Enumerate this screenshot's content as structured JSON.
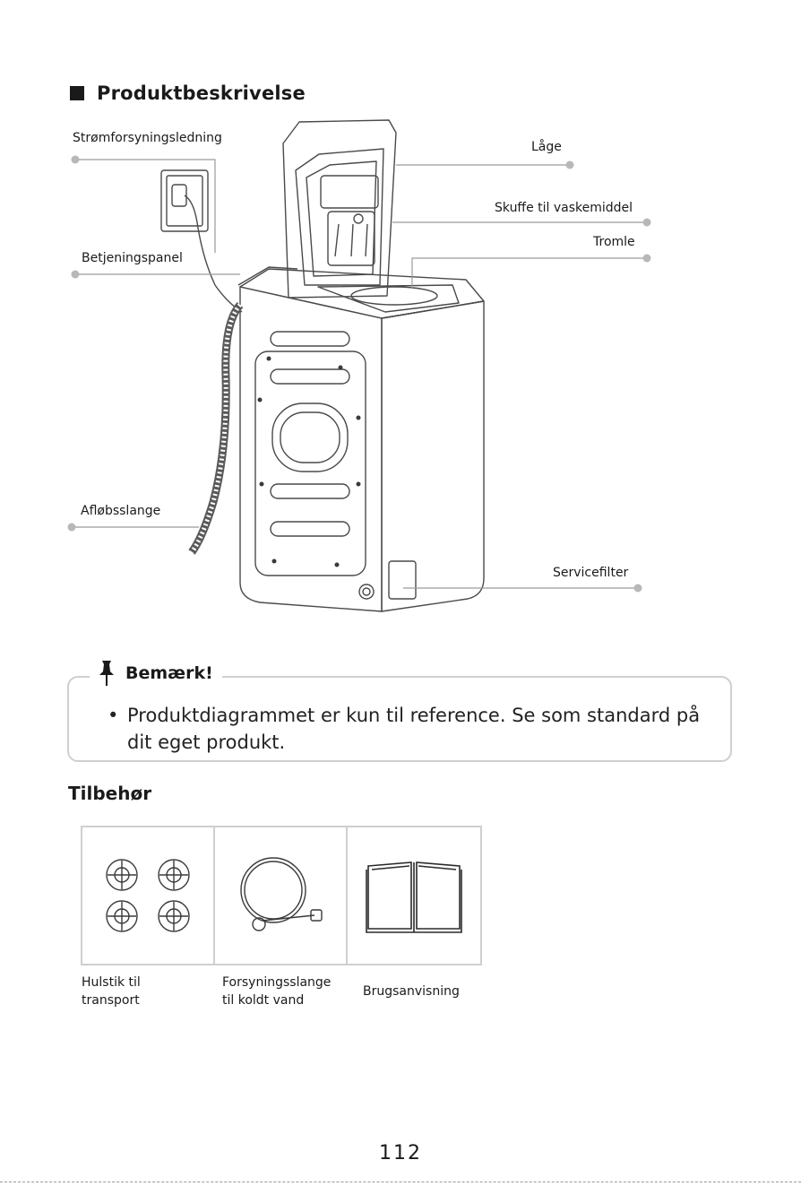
{
  "section": {
    "title": "Produktbeskrivelse"
  },
  "diagram": {
    "labels": {
      "power_cord": "Strømforsyningsledning",
      "lid": "Låge",
      "detergent_drawer": "Skuffe til vaskemiddel",
      "drum": "Tromle",
      "control_panel": "Betjeningspanel",
      "drain_hose": "Afløbsslange",
      "service_filter": "Servicefilter"
    }
  },
  "note": {
    "title": "Bemærk!",
    "bullet": "•",
    "text": "Produktdiagrammet er kun til reference. Se som standard på dit eget produkt."
  },
  "accessories": {
    "title": "Tilbehør",
    "items": [
      {
        "label_line1": "Hulstik til",
        "label_line2": "transport",
        "icon": "transport-plug-icon"
      },
      {
        "label_line1": "Forsyningsslange",
        "label_line2": "til koldt vand",
        "icon": "cold-water-hose-icon"
      },
      {
        "label_line1": "Brugsanvisning",
        "label_line2": "",
        "icon": "manual-book-icon"
      }
    ]
  },
  "page": {
    "number": "112"
  }
}
